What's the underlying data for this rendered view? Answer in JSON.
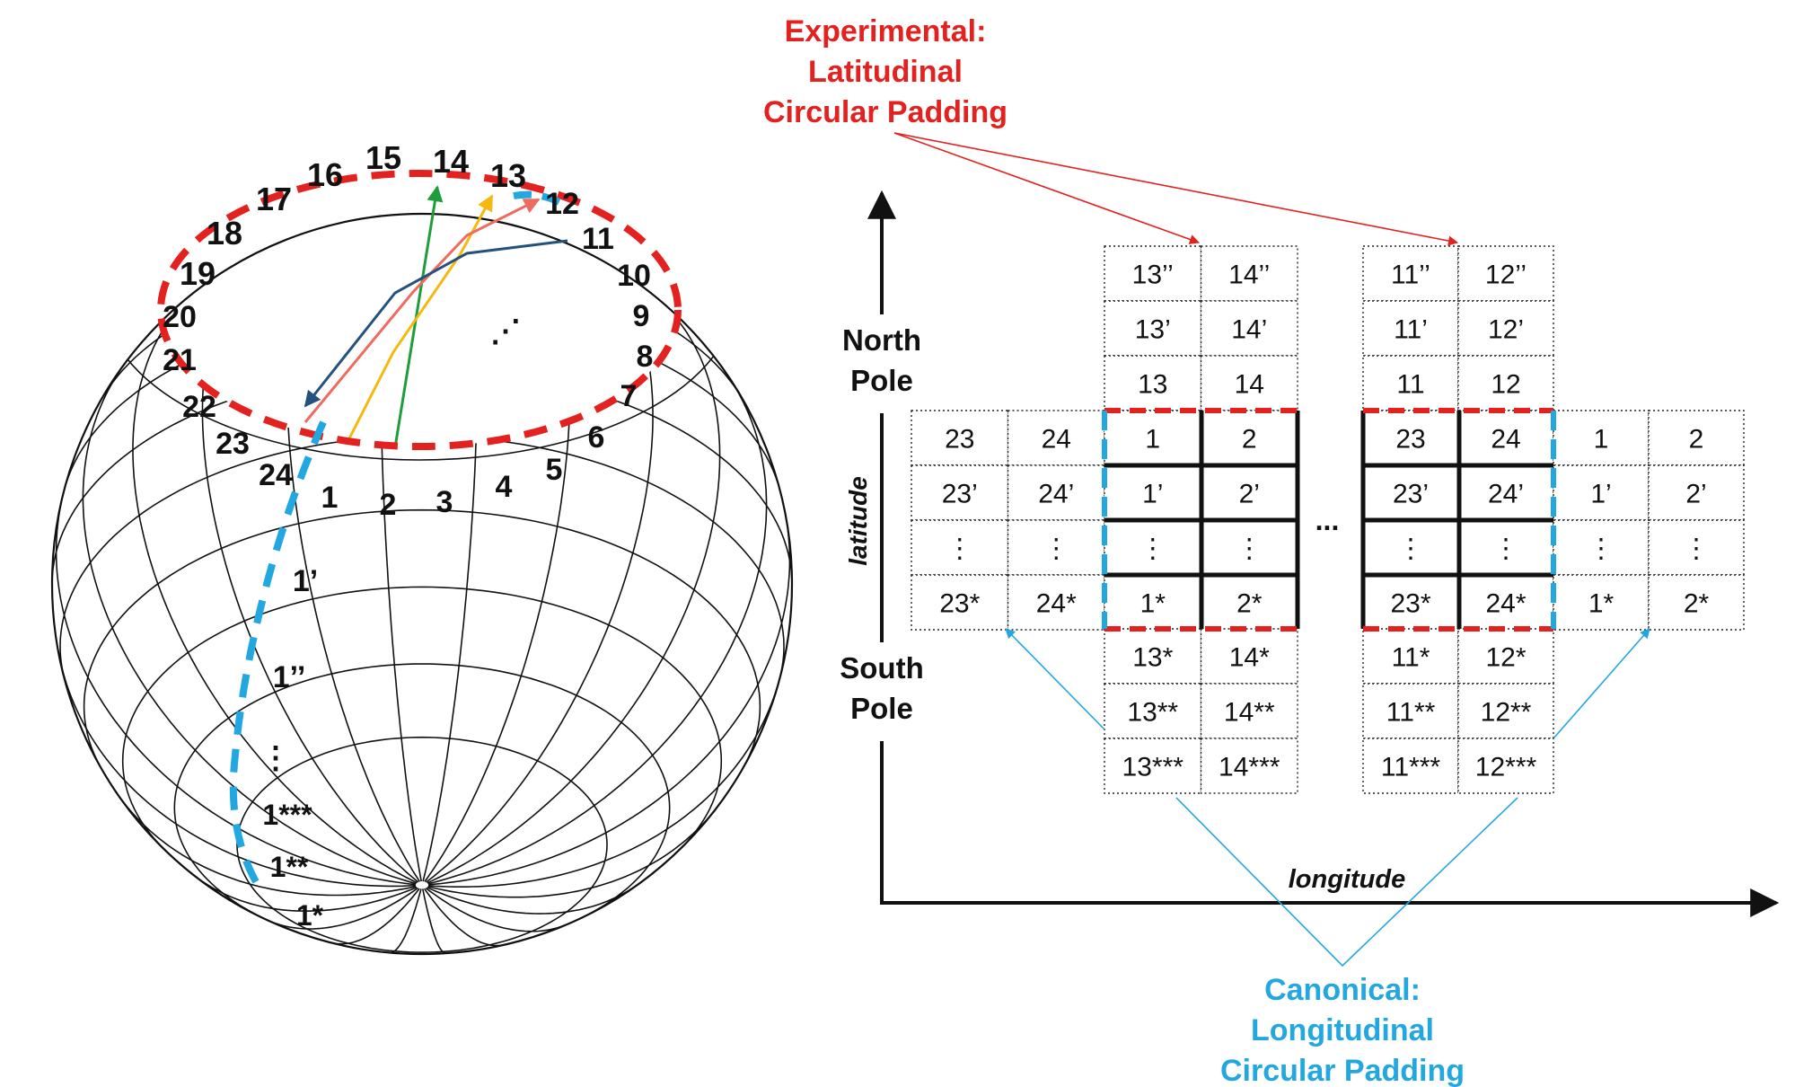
{
  "colors": {
    "experimental": "#e3211e",
    "canonical": "#22a7e0",
    "arrow_green": "#1f9d3a",
    "arrow_yellow": "#f5b80f",
    "arrow_salmon": "#ef6b5f",
    "arrow_navy": "#24527f",
    "ink": "#111111"
  },
  "labels": {
    "experimental": [
      "Experimental:",
      "Latitudinal",
      "Circular Padding"
    ],
    "canonical": [
      "Canonical:",
      "Longitudinal",
      "Circular Padding"
    ],
    "north_pole": [
      "North",
      "Pole"
    ],
    "south_pole": [
      "South",
      "Pole"
    ],
    "latitude": "latitude",
    "longitude": "longitude",
    "gap_dots": "...",
    "sphere_dots": "⋰"
  },
  "sphere": {
    "ring_numbers": [
      "1",
      "2",
      "3",
      "4",
      "5",
      "6",
      "7",
      "8",
      "9",
      "10",
      "11",
      "12",
      "13",
      "14",
      "15",
      "16",
      "17",
      "18",
      "19",
      "20",
      "21",
      "22",
      "23",
      "24"
    ],
    "column_labels": [
      "1’",
      "1’’",
      "⋮",
      "1***",
      "1**",
      "1*"
    ]
  },
  "grid": {
    "top_left": [
      [
        "13’’",
        "14’’"
      ],
      [
        "13’",
        "14’"
      ],
      [
        "13",
        "14"
      ]
    ],
    "top_right": [
      [
        "11’’",
        "12’’"
      ],
      [
        "11’",
        "12’"
      ],
      [
        "11",
        "12"
      ]
    ],
    "main_left": [
      [
        "23",
        "24",
        "1",
        "2"
      ],
      [
        "23’",
        "24’",
        "1’",
        "2’"
      ],
      [
        "⋮",
        "⋮",
        "⋮",
        "⋮"
      ],
      [
        "23*",
        "24*",
        "1*",
        "2*"
      ]
    ],
    "main_right": [
      [
        "23",
        "24",
        "1",
        "2"
      ],
      [
        "23’",
        "24’",
        "1’",
        "2’"
      ],
      [
        "⋮",
        "⋮",
        "⋮",
        "⋮"
      ],
      [
        "23*",
        "24*",
        "1*",
        "2*"
      ]
    ],
    "bottom_left": [
      [
        "13*",
        "14*"
      ],
      [
        "13**",
        "14**"
      ],
      [
        "13***",
        "14***"
      ]
    ],
    "bottom_right": [
      [
        "11*",
        "12*"
      ],
      [
        "11**",
        "12**"
      ],
      [
        "11***",
        "12***"
      ]
    ]
  }
}
